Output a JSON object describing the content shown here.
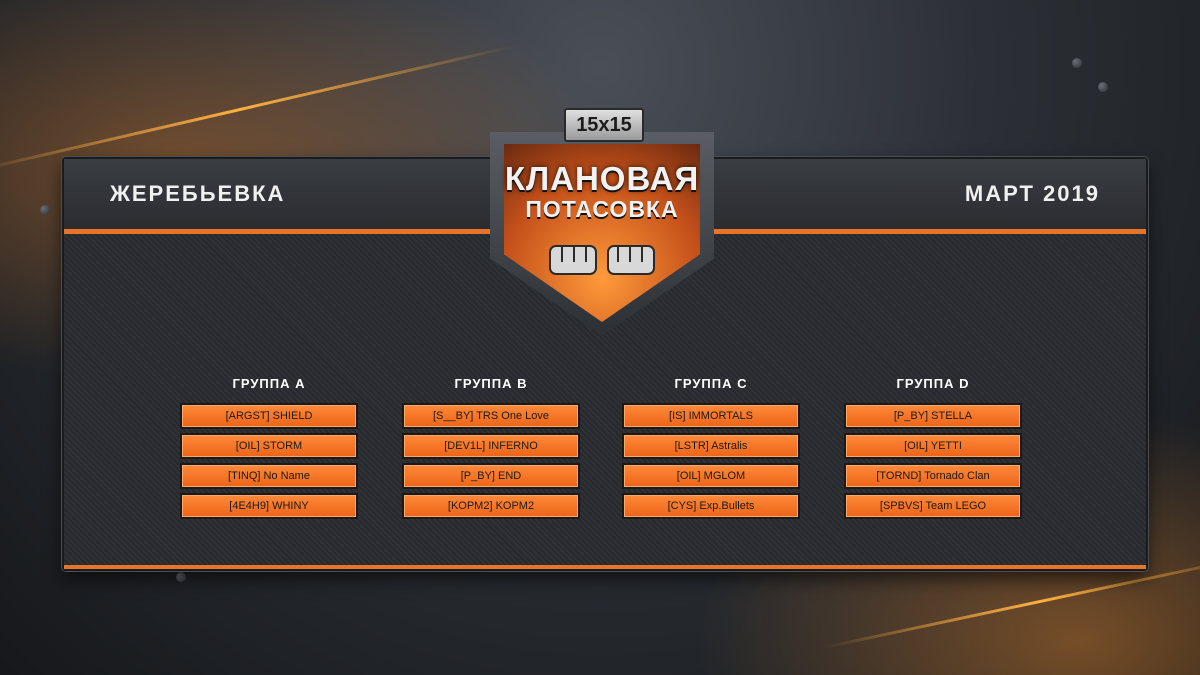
{
  "header": {
    "title": "ЖЕРЕБЬЕВКА",
    "date": "МАРТ 2019"
  },
  "emblem": {
    "badge": "15x15",
    "title": "КЛАНОВАЯ",
    "subtitle": "ПОТАСОВКА",
    "icon": "fists-icon"
  },
  "colors": {
    "accent": "#e8742a",
    "team_cell": "#ff7a2a",
    "panel": "#2c2f33"
  },
  "groups": [
    {
      "title": "ГРУППА A",
      "teams": [
        "[ARGST] SHIELD",
        "[OIL] STORM",
        "[TINQ] No Name",
        "[4E4H9] WHINY"
      ]
    },
    {
      "title": "ГРУППА B",
      "teams": [
        "[S__BY] TRS One Love",
        "[DEV1L] INFERNO",
        "[P_BY] END",
        "[KOPM2] KOPM2"
      ]
    },
    {
      "title": "ГРУППА C",
      "teams": [
        "[IS] IMMORTALS",
        "[LSTR] Astralis",
        "[OIL] MGLOM",
        "[CYS] Exp.Bullets"
      ]
    },
    {
      "title": "ГРУППА D",
      "teams": [
        "[P_BY] STELLA",
        "[OIL] YETTI",
        "[TORND] Tornado Clan",
        "[SPBVS] Team LEGO"
      ]
    }
  ]
}
